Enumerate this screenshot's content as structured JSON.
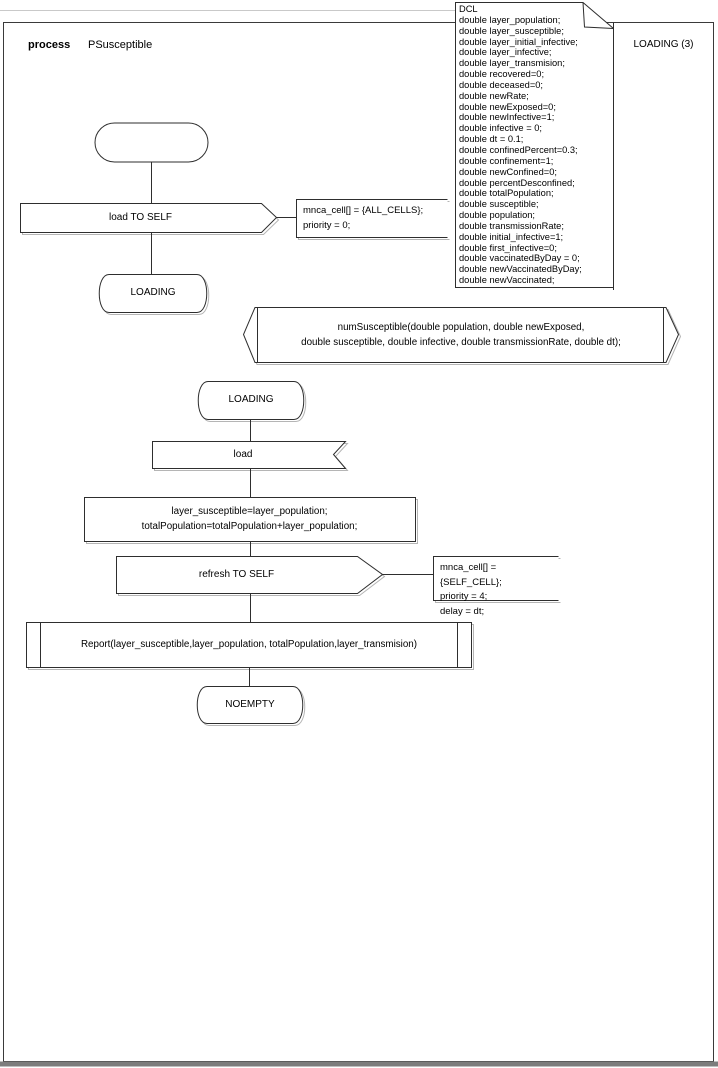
{
  "header": {
    "kind_label": "process",
    "process_name": "PSusceptible",
    "page_label": "LOADING (3)"
  },
  "dcl": {
    "lines": [
      "DCL",
      "double layer_population;",
      "double layer_susceptible;",
      "double layer_initial_infective;",
      "double layer_infective;",
      "double layer_transmision;",
      "double recovered=0;",
      "double deceased=0;",
      "double newRate;",
      "double newExposed=0;",
      "double newInfective=1;",
      "double infective = 0;",
      "double dt = 0.1;",
      "double confinedPercent=0.3;",
      "double confinement=1;",
      "double newConfined=0;",
      "double percentDesconfined;",
      "double totalPopulation;",
      "double susceptible;",
      "double population;",
      "double transmissionRate;",
      "double initial_infective=1;",
      "double first_infective=0;",
      "double vaccinatedByDay = 0;",
      "double newVaccinatedByDay;",
      "double newVaccinated;"
    ]
  },
  "flow": {
    "output_load": {
      "label": "load TO SELF",
      "comment_lines": [
        "mnca_cell[] = {ALL_CELLS};",
        "priority = 0;"
      ]
    },
    "state_loading_1": "LOADING",
    "procedure_decl_lines": [
      "numSusceptible(double population, double newExposed,",
      "double susceptible, double infective, double transmissionRate, double dt);"
    ],
    "state_loading_2": "LOADING",
    "input_load": "load",
    "task_lines": [
      "layer_susceptible=layer_population;",
      "totalPopulation=totalPopulation+layer_population;"
    ],
    "output_refresh": {
      "label": "refresh TO SELF",
      "comment_lines": [
        "mnca_cell[] = {SELF_CELL};",
        "priority = 4;",
        "delay = dt;"
      ]
    },
    "procedure_call": "Report(layer_susceptible,layer_population, totalPopulation,layer_transmision)",
    "state_noempty": "NOEMPTY"
  }
}
